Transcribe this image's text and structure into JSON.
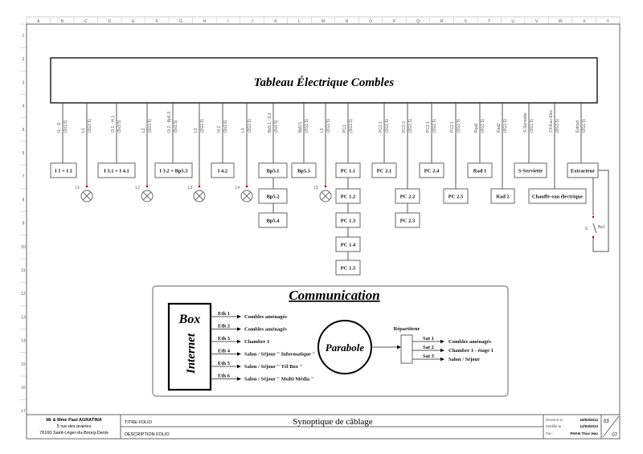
{
  "grid": {
    "columns": [
      "A",
      "B",
      "C",
      "D",
      "E",
      "F",
      "G",
      "H",
      "I",
      "J",
      "K",
      "L",
      "M",
      "N",
      "O",
      "P",
      "Q",
      "R",
      "S",
      "T",
      "U",
      "V",
      "W",
      "X",
      "Y"
    ],
    "rows": [
      "1",
      "2",
      "3",
      "4",
      "5",
      "6",
      "7",
      "8",
      "9",
      "10",
      "11",
      "12",
      "13",
      "14",
      "15",
      "16",
      "17"
    ]
  },
  "panel": {
    "title": "Tableau Électrique Combles"
  },
  "feeds": [
    {
      "name": "I1 - I2",
      "cable": "(3x1.5)"
    },
    {
      "name": "L1",
      "cable": "(3G1.5)"
    },
    {
      "name": "I3.1 - I4.1",
      "cable": "(5x1.5)"
    },
    {
      "name": "L2",
      "cable": "(3G1.5)"
    },
    {
      "name": "I3.2 - Bp5.3",
      "cable": "(5x1.5)"
    },
    {
      "name": "L3",
      "cable": "(3G1.5)"
    },
    {
      "name": "I4.2",
      "cable": "(3x1.5)"
    },
    {
      "name": "L4",
      "cable": "(3G1.5)"
    },
    {
      "name": "Bp5.1 - 5.2",
      "cable": "(2x1.5)"
    },
    {
      "name": "Bp5.5",
      "cable": "(3G1.5)"
    },
    {
      "name": "L5",
      "cable": "(3G1.5)"
    },
    {
      "name": "PC1",
      "cable": "(3G1.5)"
    },
    {
      "name": "PC2.1",
      "cable": "(3G1.5)"
    },
    {
      "name": "PC2.2",
      "cable": "(3G1.5)"
    },
    {
      "name": "PC2.1",
      "cable": "(3G1.5)"
    },
    {
      "name": "PC2.1",
      "cable": "(3G1.5)"
    },
    {
      "name": "Rad1",
      "cable": "(4G1.5)"
    },
    {
      "name": "Rad2",
      "cable": "(4G1.5)"
    },
    {
      "name": "S-Serviette",
      "cable": "(3G1.5)"
    },
    {
      "name": "Ch-Eau-Elec",
      "cable": "(3G1.5)"
    },
    {
      "name": "Extract",
      "cable": "(3G1.5)"
    }
  ],
  "devices": [
    "I 1 + I 2",
    "I 3.1 + I 4.1",
    "I 3.2 + Bp5.3",
    "I 4.2",
    "Bp5.1",
    "Bp5.2",
    "Bp5.4",
    "Bp5.5",
    "PC 1.1",
    "PC 1.2",
    "PC 1.3",
    "PC 1.4",
    "PC 1.5",
    "PC 2.1",
    "PC 2.2",
    "PC 2.3",
    "PC 2.4",
    "PC 2.5",
    "Rad 1",
    "Rad 2",
    "S-Serviette",
    "Chauffe-eau électrique",
    "Extracteur"
  ],
  "lamps": [
    "L1",
    "L2",
    "L3",
    "L4",
    "L5"
  ],
  "switch": {
    "label": "S",
    "name": "Bp1"
  },
  "communication": {
    "title": "Communication",
    "box_top": "Box",
    "box_side": "Internet",
    "eth": [
      {
        "port": "Eth 1",
        "dest": "Combles aménagés"
      },
      {
        "port": "Eth 2",
        "dest": "Combles aménagés"
      },
      {
        "port": "Eth 3",
        "dest": "Chambre 3"
      },
      {
        "port": "Eth 4",
        "dest": "Salon / Séjour \" Informatique \""
      },
      {
        "port": "Eth 5",
        "dest": "Salon / Séjour \" Tél Box \""
      },
      {
        "port": "Eth 6",
        "dest": "Salon / Séjour \" Multi-Média \""
      }
    ],
    "parabole": "Parabole",
    "repartiteur": "Répartiteur",
    "sat": [
      {
        "port": "Sat 1",
        "dest": "Combles aménagés"
      },
      {
        "port": "Sat 2",
        "dest": "Chambre 1 -  étage 1"
      },
      {
        "port": "Sat 3",
        "dest": "Salon / Séjour"
      }
    ]
  },
  "titleblock": {
    "owner": "Mr  &  Mme Paul AGRATINA",
    "street": "5 rue des prairies",
    "city": "76160 Saint-Léger-du-Bourg-Denis",
    "titre": "TITRE FOLIO",
    "description": "DESCRIPTION FOLIO",
    "main": "Synoptique  de  câblage",
    "drawn_label": "Dessiné le :",
    "drawn": "16/03/2013",
    "modified_label": "Modifié le :",
    "modified": "12/04/2013",
    "by_label": "Par :",
    "by": "PHAN Thuc Hao",
    "folio": "03",
    "total": "07"
  }
}
